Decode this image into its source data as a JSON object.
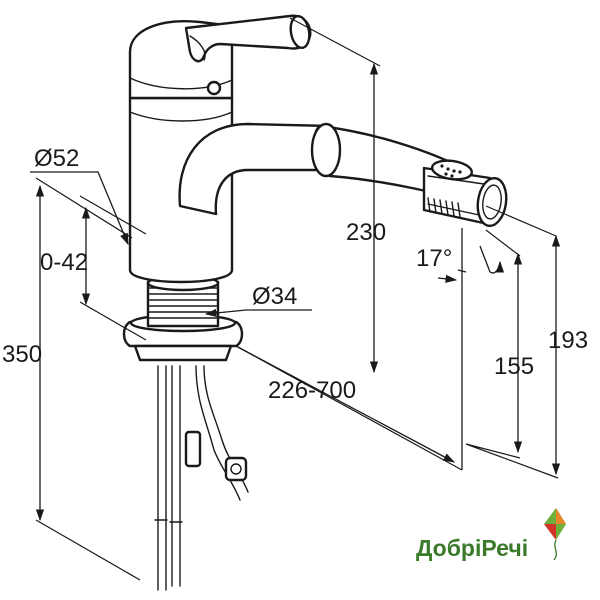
{
  "dimensions": {
    "body_diameter": "Ø52",
    "mounting_thickness": "0-42",
    "total_height": "350",
    "shank_diameter": "Ø34",
    "spout_height": "230",
    "spout_reach": "226-700",
    "spray_angle": "17°",
    "outlet_height": "155",
    "spray_head_height": "193"
  },
  "logo": {
    "text": "ДобріРечі"
  },
  "colors": {
    "line": "#1a1a1a",
    "logo_green": "#3a7a2a",
    "logo_kite_orange": "#e8862a",
    "logo_kite_red": "#d2332a",
    "logo_kite_green": "#6fae3a"
  }
}
